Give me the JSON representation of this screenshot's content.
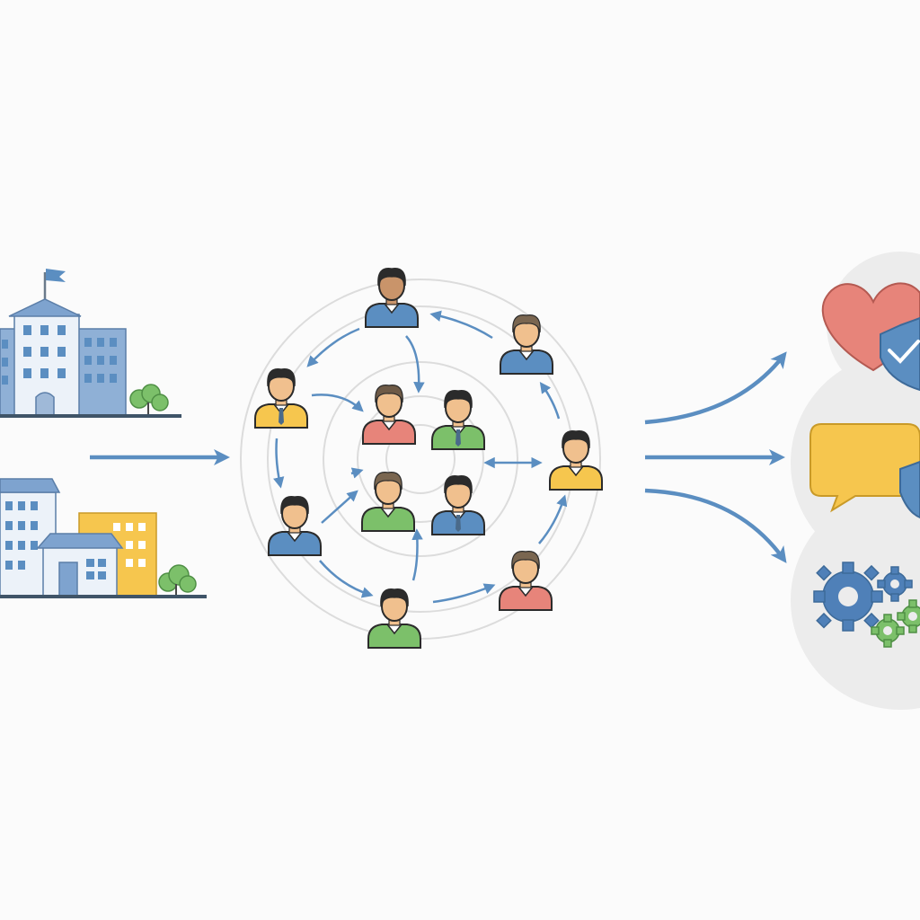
{
  "diagram": {
    "colors": {
      "background": "#fbfbfb",
      "arrow": "#5b8ec1",
      "ring": "#dcdcdc",
      "building_blue": "#7ea3cf",
      "building_yellow": "#f6c64e",
      "tree_green": "#7cc06a",
      "heart": "#e7847a",
      "shield": "#5b8ec1",
      "chat": "#f6c64e",
      "gear_blue": "#4f80b8",
      "gear_green": "#7cc06a",
      "outcome_circle": "#ececec"
    },
    "people": [
      {
        "name": "person-top",
        "shirt": "#5b8ec1",
        "tie": false,
        "skin": "#c9946a",
        "hair": "#2b2b2b"
      },
      {
        "name": "person-top-right",
        "shirt": "#5b8ec1",
        "tie": false,
        "skin": "#f0c08e",
        "hair": "#7a6650"
      },
      {
        "name": "person-left-upper",
        "shirt": "#f6c64e",
        "tie": true,
        "skin": "#f0c08e",
        "hair": "#2b2b2b"
      },
      {
        "name": "person-inner-1",
        "shirt": "#e7847a",
        "tie": false,
        "skin": "#f0c08e",
        "hair": "#6e5a46"
      },
      {
        "name": "person-inner-2",
        "shirt": "#7cc06a",
        "tie": true,
        "skin": "#f0c08e",
        "hair": "#2b2b2b"
      },
      {
        "name": "person-right",
        "shirt": "#f6c64e",
        "tie": false,
        "skin": "#f0c08e",
        "hair": "#2b2b2b"
      },
      {
        "name": "person-inner-3",
        "shirt": "#7cc06a",
        "tie": false,
        "skin": "#f0c08e",
        "hair": "#7a6650"
      },
      {
        "name": "person-inner-4",
        "shirt": "#5b8ec1",
        "tie": true,
        "skin": "#f0c08e",
        "hair": "#2b2b2b"
      },
      {
        "name": "person-left-lower",
        "shirt": "#5b8ec1",
        "tie": false,
        "skin": "#f0c08e",
        "hair": "#2b2b2b"
      },
      {
        "name": "person-bottom-right",
        "shirt": "#e7847a",
        "tie": false,
        "skin": "#f0c08e",
        "hair": "#7a6650"
      },
      {
        "name": "person-bottom",
        "shirt": "#7cc06a",
        "tie": false,
        "skin": "#f0c08e",
        "hair": "#2b2b2b"
      }
    ],
    "icons": [
      "school-building-icon",
      "city-buildings-icon",
      "heart-shield-icon",
      "chat-shield-icon",
      "gears-icon"
    ]
  }
}
